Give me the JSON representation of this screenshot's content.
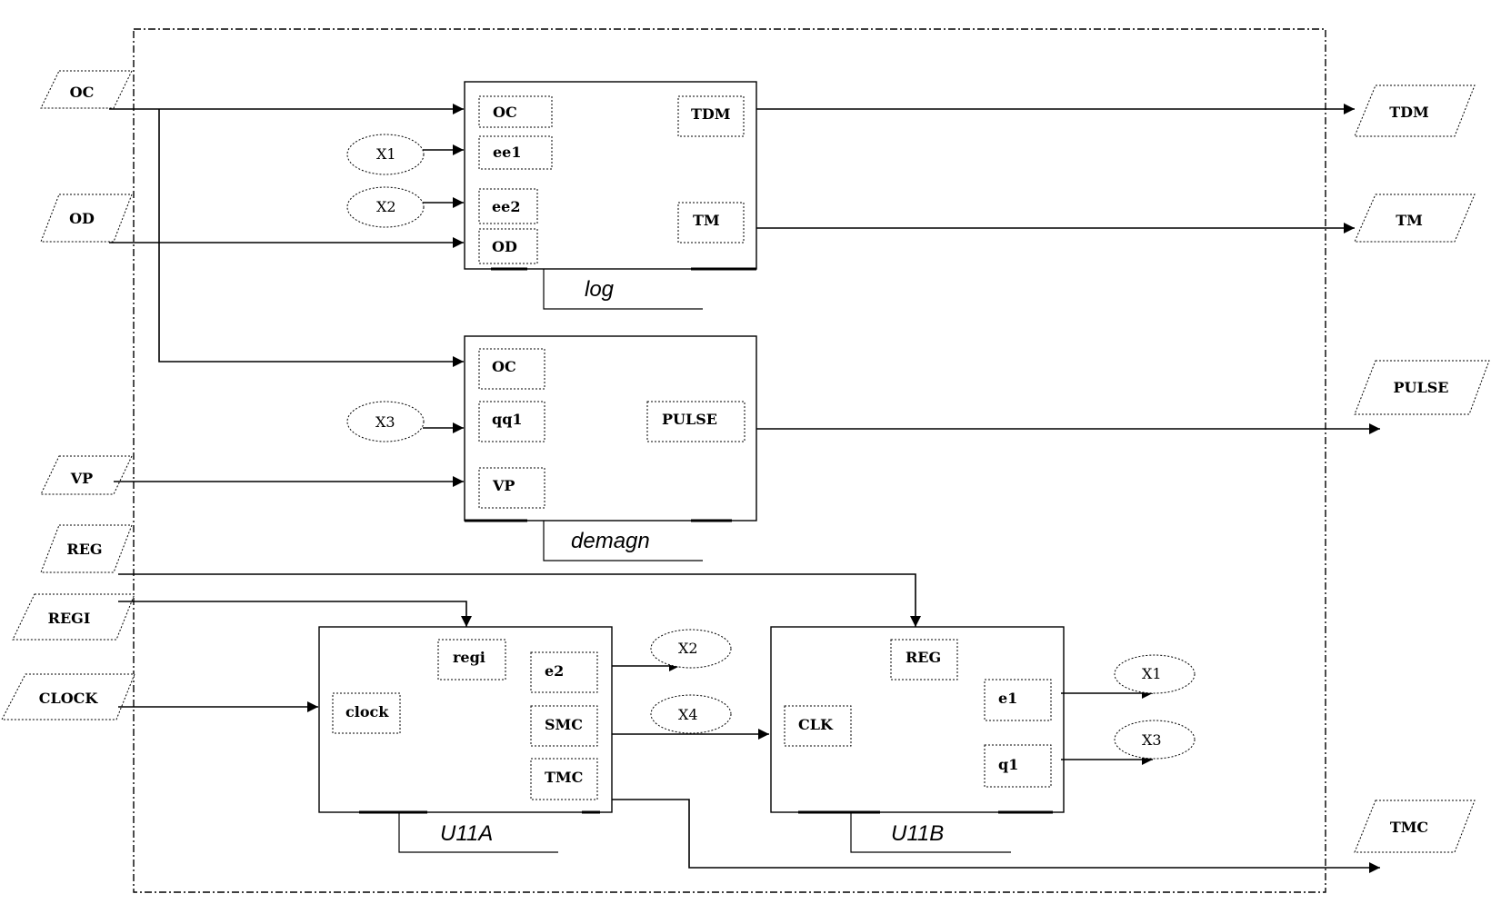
{
  "diagram": {
    "inputs": [
      "OC",
      "OD",
      "VP",
      "REG",
      "REGI",
      "CLOCK"
    ],
    "outputs": [
      "TDM",
      "TM",
      "PULSE",
      "TMC"
    ],
    "blocks": [
      {
        "name": "log",
        "pins": [
          "OC",
          "ee1",
          "ee2",
          "OD",
          "TDM",
          "TM"
        ]
      },
      {
        "name": "demagn",
        "pins": [
          "OC",
          "qq1",
          "VP",
          "PULSE"
        ]
      },
      {
        "name": "U11A",
        "pins": [
          "regi",
          "e2",
          "clock",
          "SMC",
          "TMC"
        ]
      },
      {
        "name": "U11B",
        "pins": [
          "REG",
          "CLK",
          "e1",
          "q1"
        ]
      }
    ],
    "connectors": [
      "X1",
      "X2",
      "X3",
      "X4"
    ]
  }
}
